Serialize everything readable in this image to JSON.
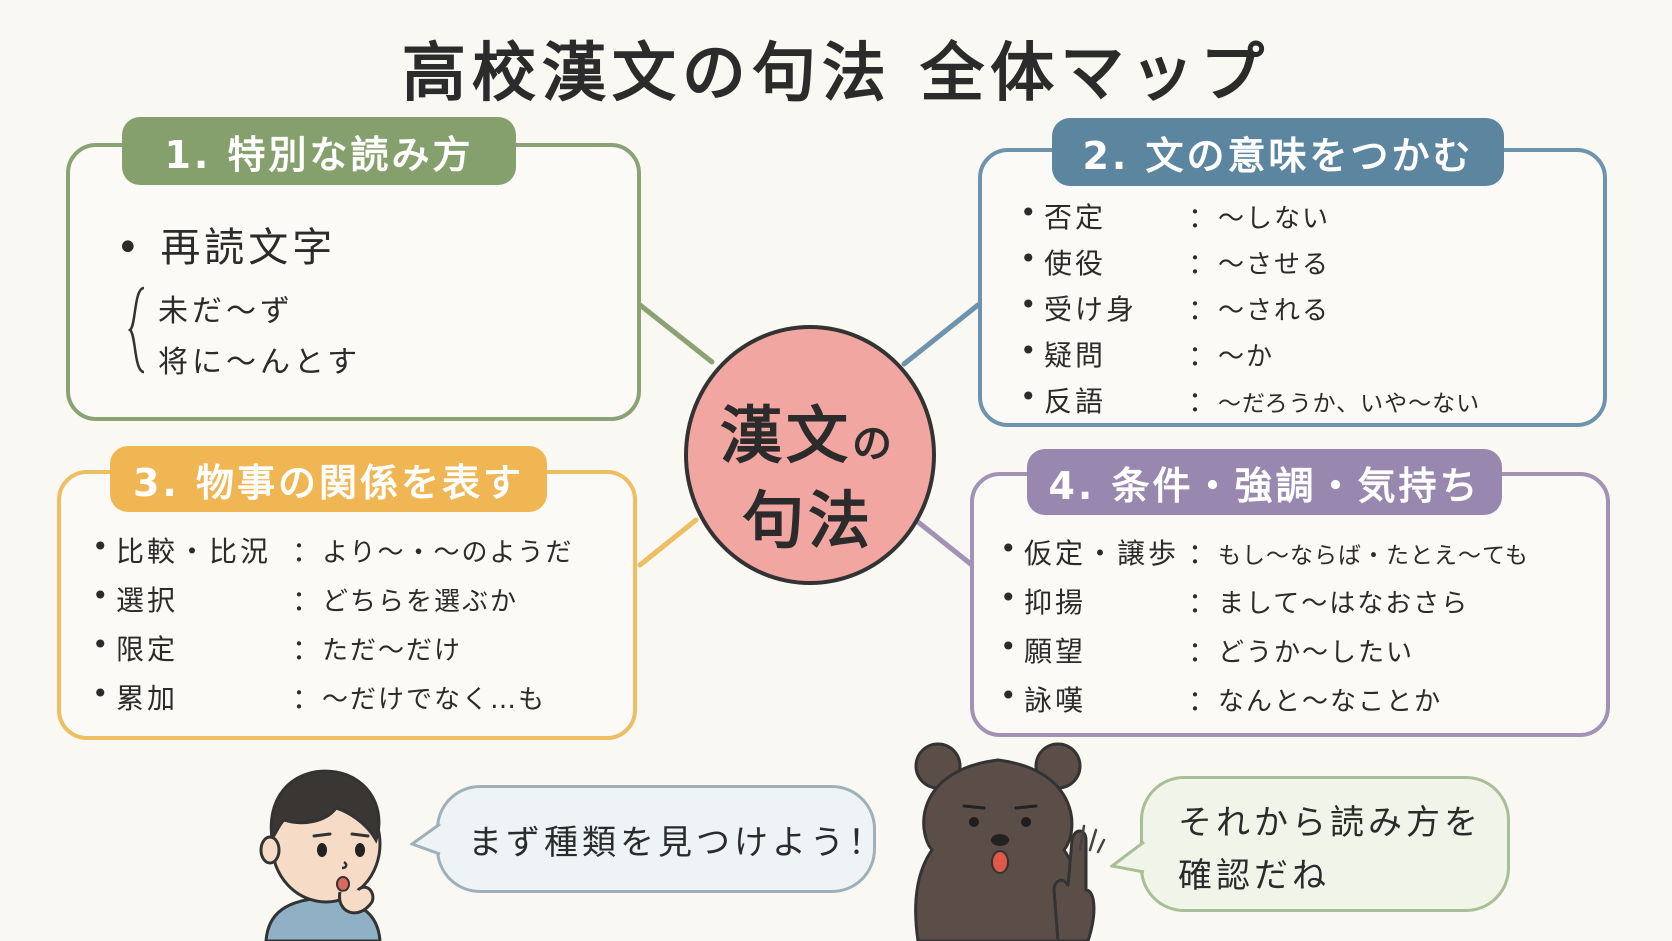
{
  "title": "高校漢文の句法 全体マップ",
  "center": {
    "line1": "漢文",
    "line1_small": "の",
    "line2": "句法"
  },
  "panels": {
    "reading": {
      "heading": "1. 特別な読み方",
      "item": "再読文字",
      "bullet": "•",
      "examples": [
        "未だ～ず",
        "将に～んとす"
      ]
    },
    "meaning": {
      "heading": "2. 文の意味をつかむ",
      "rows": [
        {
          "label": "否定",
          "desc": "～しない"
        },
        {
          "label": "使役",
          "desc": "～させる"
        },
        {
          "label": "受け身",
          "desc": "～される"
        },
        {
          "label": "疑問",
          "desc": "～か"
        },
        {
          "label": "反語",
          "desc": "～だろうか、いや～ない"
        }
      ]
    },
    "relation": {
      "heading": "3. 物事の関係を表す",
      "rows": [
        {
          "label": "比較・比況",
          "desc": "より～・～のようだ"
        },
        {
          "label": "選択",
          "desc": "どちらを選ぶか"
        },
        {
          "label": "限定",
          "desc": "ただ～だけ"
        },
        {
          "label": "累加",
          "desc": "～だけでなく…も"
        }
      ]
    },
    "condition": {
      "heading": "4. 条件・強調・気持ち",
      "rows": [
        {
          "label": "仮定・譲歩",
          "desc": "もし～ならば・たとえ～ても"
        },
        {
          "label": "抑揚",
          "desc": "まして～はなおさら"
        },
        {
          "label": "願望",
          "desc": "どうか～したい"
        },
        {
          "label": "詠嘆",
          "desc": "なんと～なことか"
        }
      ]
    }
  },
  "separator": "：",
  "bullet": "•",
  "speech": {
    "boy": "まず種類を見つけよう！",
    "bear_line1": "それから読み方を",
    "bear_line2": "確認だね"
  },
  "colors": {
    "green": "#86a06d",
    "blue": "#5c86a0",
    "yellow": "#f0b654",
    "purple": "#9887ae",
    "center": "#f2a6a1"
  }
}
